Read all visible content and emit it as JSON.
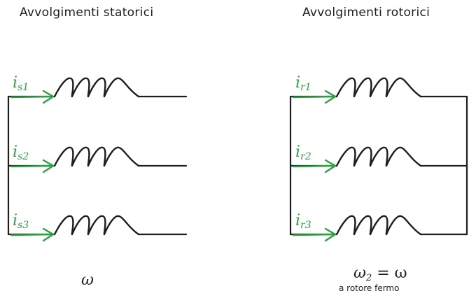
{
  "stator": {
    "title": "Avvolgimenti statorici",
    "currents": [
      {
        "symbol": "i",
        "sub": "s1"
      },
      {
        "symbol": "i",
        "sub": "s2"
      },
      {
        "symbol": "i",
        "sub": "s3"
      }
    ],
    "omega": {
      "symbol": "ω"
    }
  },
  "rotor": {
    "title": "Avvolgimenti rotorici",
    "currents": [
      {
        "symbol": "i",
        "sub": "r1"
      },
      {
        "symbol": "i",
        "sub": "r2"
      },
      {
        "symbol": "i",
        "sub": "r3"
      }
    ],
    "omega": {
      "symbol": "ω",
      "sub": "2",
      "equals": " = ω"
    },
    "note": "a rotore fermo"
  },
  "colors": {
    "ink": "#1e1e1e",
    "current": "#2f9e44"
  }
}
